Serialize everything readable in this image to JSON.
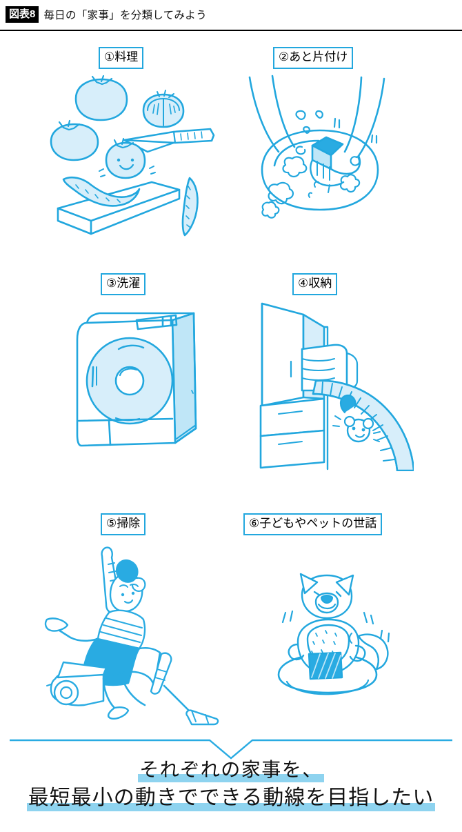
{
  "header": {
    "badge": "図表8",
    "title": "毎日の「家事」を分類してみよう"
  },
  "colors": {
    "line_blue": "#22a7de",
    "fill_blue": "#d7eefa",
    "solid_blue": "#29abe2",
    "highlight_blue": "#8ed3ef",
    "text_black": "#111111"
  },
  "panels": [
    {
      "id": "cooking",
      "number": "①",
      "label": "①料理",
      "icon": "cooking-illustration",
      "alt": "まな板の上のトマトと包丁ときゅうり"
    },
    {
      "id": "cleanup",
      "number": "②",
      "label": "②あと片付け",
      "icon": "dishwashing-illustration",
      "alt": "スポンジで皿を洗う手"
    },
    {
      "id": "laundry",
      "number": "③",
      "label": "③洗濯",
      "icon": "washing-machine-illustration",
      "alt": "ドラム式洗濯機"
    },
    {
      "id": "storage",
      "number": "④",
      "label": "④収納",
      "icon": "closet-illustration",
      "alt": "タオルを収納する棚とぬいぐるみ"
    },
    {
      "id": "sweeping",
      "number": "⑤",
      "label": "⑤掃除",
      "icon": "vacuum-illustration",
      "alt": "掃除機をかける人"
    },
    {
      "id": "care",
      "number": "⑥",
      "label": "⑥子どもやペットの世話",
      "icon": "pet-illustration",
      "alt": "エプロンをつけた犬"
    }
  ],
  "caption": {
    "line1": "それぞれの家事を、",
    "line2": "最短最小の動きでできる動線を目指したい"
  }
}
